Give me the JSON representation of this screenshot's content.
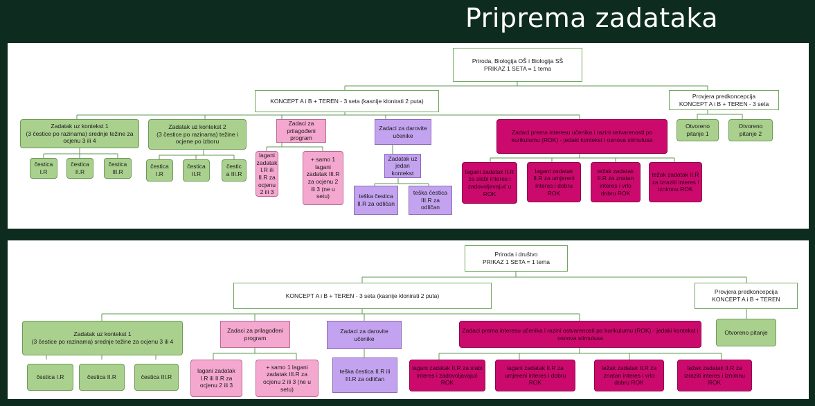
{
  "title": "Priprema zadataka",
  "diagram1": {
    "root": "Priroda, Biologija OŠ i Biologija SŠ\nPRIKAZ 1 SETA = 1 tema",
    "concept": "KONCEPT A i B + TEREN - 3 seta (kasnije klonirati 2 puta)",
    "check": "Provjera predkoncepcija\nKONCEPT A i B + TEREN - 3 seta",
    "ctx1": "Zadatak uz kontekst 1\n(3 čestice po razinama) srednje težine za ocjenu 3 ili 4",
    "ctx2": "Zadatak uz kontekst 2\n(3 čestice po razinama) težine i ocjene po izboru",
    "adapted": "Zadaci za prilagođeni program",
    "gifted": "Zadaci za darovite učenike",
    "interest": "Zadaci prema interesu učenika i razini ostvarenosti po kurikulumu (ROK) - jedaki kontekst i osnova stimulusa",
    "open1": "Otvoreno pitanje 1",
    "open2": "Otvoreno pitanje 2",
    "c1_1": "čestica I.R",
    "c1_2": "čestica II.R",
    "c1_3": "čestica III.R",
    "c2_1": "čestica I.R",
    "c2_2": "čestica II.R",
    "c2_3": "čestic a III.R",
    "adapt_a": "lagani zadatak I.R ili II.R za ocjenu 2 ili 3",
    "adapt_b": "+ samo 1 lagani zadatak III.R za ocjenu 2 ili 3 (ne u setu)",
    "gift_single": "Zadatak uz jedan kontekst",
    "gift_a": "teška čestica II.R za odličan",
    "gift_b": "teška čestica III.R za odličan",
    "int_a": "lagani zadatak II.R za slabi interes i zadovoljavajuć u ROK",
    "int_b": "lagani zadatak II.R za umjereni interes i dobru ROK",
    "int_c": "težak zadatak II.R za znatan interes i vrlo dobru ROK",
    "int_d": "težak zadatak II.R za izraziti interes i iznimnu ROK"
  },
  "diagram2": {
    "root": "Priroda i društvo\nPRIKAZ 1 SETA = 1 tema",
    "concept": "KONCEPT A i B + TEREN - 3 seta (kasnije klonirati 2 puta)",
    "check": "Provjera predkoncepcija\nKONCEPT A i B + TEREN",
    "ctx1": "Zadatak uz kontekst 1\n(3 čestice po razinama) srednje težine za ocjenu 3 ili 4",
    "adapted": "Zadaci za prilagođeni program",
    "gifted": "Zadaci za darovite učenike",
    "interest": "Zadaci prema interesu učenika i razini ostvarenosti po kurikulumu (ROK) - jedaki kontekst i osnova stimulusa",
    "open": "Otvoreno pitanje",
    "c1": "čestica I.R",
    "c2": "čestica II.R",
    "c3": "čestica III.R",
    "adapt_a": "lagani zadatak I.R ili II.R za ocjenu 2 ili 3",
    "adapt_b": "+ samo 1 lagani zadatak III.R za ocjenu 2 ili 3 (ne u setu)",
    "gift": "teška čestica II.R ili III.R za odličan",
    "int_a": "lagani zadatak II.R za slabi interes i zadovoljavajuć ROK",
    "int_b": "lagani zadatak II.R za umjereni interes i dobru ROK",
    "int_c": "težak zadatak II.R za znatan interes i vrlo dobru ROK",
    "int_d": "težak zadatak II.R za izraziti interes i iznimnu ROK"
  },
  "colors": {
    "background": "#0e2b20",
    "green": "#aad08e",
    "pink": "#f4a7cf",
    "purple": "#c3a3ef",
    "magenta": "#cc0a6d",
    "line": "#5e9750"
  }
}
